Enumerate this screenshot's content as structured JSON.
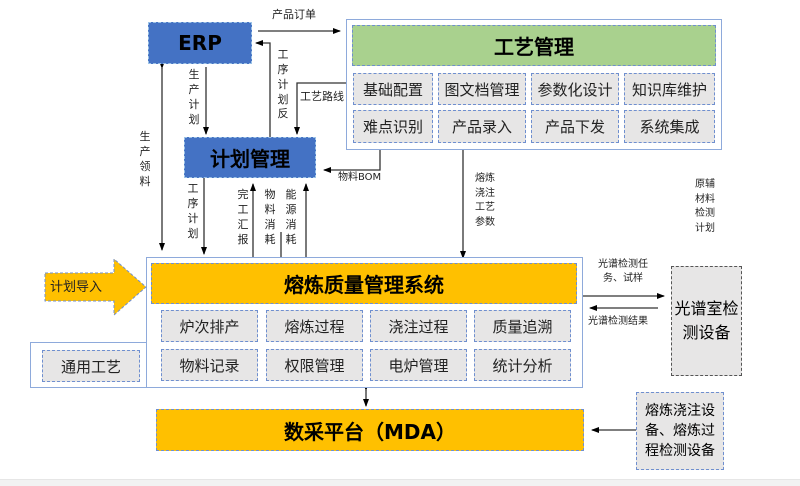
{
  "erp": {
    "title": "ERP"
  },
  "plan_mgmt": {
    "title": "计划管理"
  },
  "process_mgmt": {
    "title": "工艺管理",
    "modules": [
      "基础配置",
      "图文档管理",
      "参数化设计",
      "知识库维护",
      "难点识别",
      "产品录入",
      "产品下发",
      "系统集成"
    ]
  },
  "quality_system": {
    "title": "熔炼质量管理系统",
    "modules": [
      "炉次排产",
      "熔炼过程",
      "浇注过程",
      "质量追溯",
      "物料记录",
      "权限管理",
      "电炉管理",
      "统计分析"
    ]
  },
  "general_process": {
    "label": "通用工艺"
  },
  "plan_import": {
    "label": "计划导入"
  },
  "mda": {
    "title": "数采平台（MDA）"
  },
  "spectro_device": {
    "label": "光谱室检测设备"
  },
  "smelting_devices": {
    "label": "熔炼浇注设备、熔炼过程检测设备"
  },
  "flows": {
    "product_order": "产品订单",
    "production_plan": "生产计划",
    "process_plan_feedback": "工序计划反",
    "process_route": "工艺路线",
    "production_material": "生产领料",
    "material_bom": "物料BOM",
    "process_plan": "工序计划",
    "completion_report": "完工汇报",
    "material_consumption": "物料消耗",
    "energy_consumption": "能源消耗",
    "smelt_pour_params": "熔炼浇注工艺参数",
    "raw_material_test_plan": "原辅材料检测计划",
    "spectro_task": "光谱检测任务、试样",
    "spectro_result": "光谱检测结果"
  }
}
